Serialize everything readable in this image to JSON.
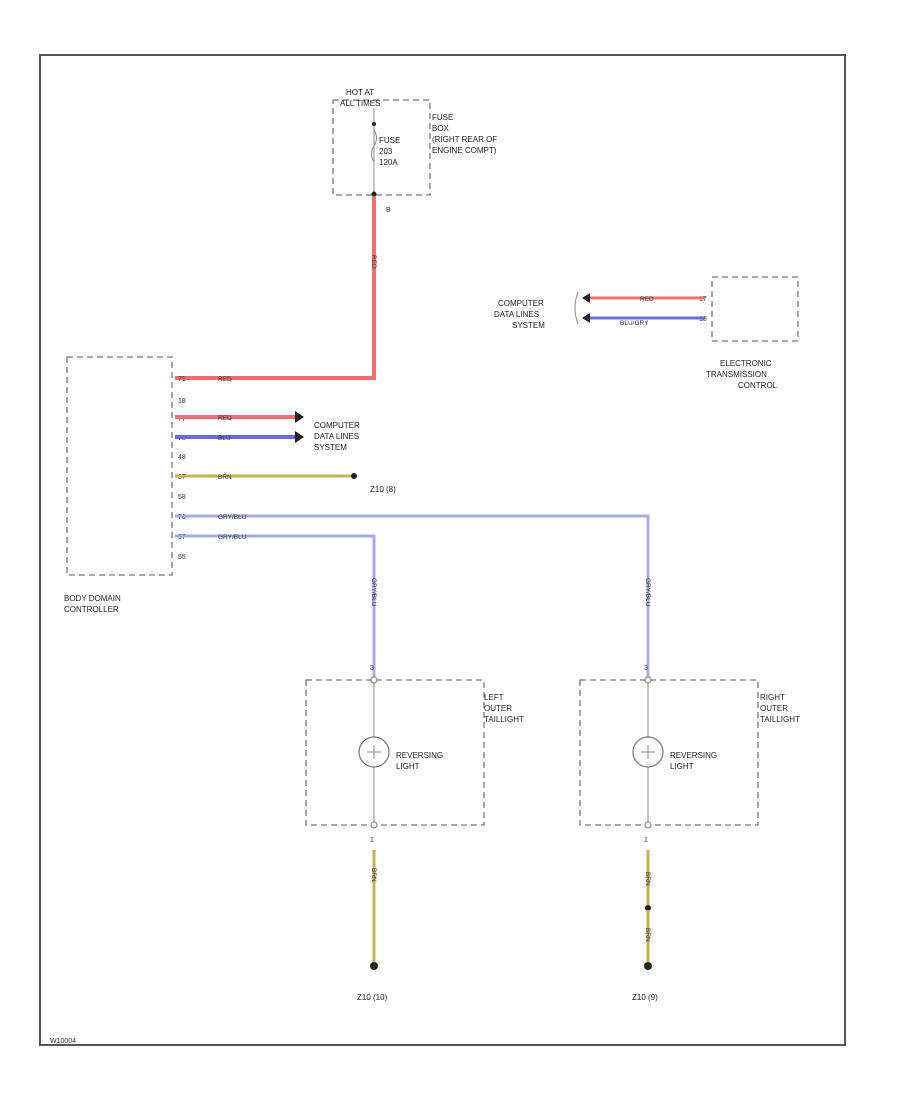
{
  "fuse_box": {
    "hot_line1": "HOT AT",
    "hot_line2": "ALL TIMES",
    "name1": "FUSE",
    "name2": "BOX",
    "location1": "(RIGHT REAR OF",
    "location2": "ENGINE COMPT)",
    "fuse1": "FUSE",
    "fuse2": "203",
    "fuse3": "120A",
    "terminal": "B"
  },
  "wires": {
    "main_red": "RED",
    "bcm_red": "RED",
    "bcm_red2": "RED",
    "bcm_blu": "BLU",
    "bcm_brn": "BRN",
    "bcm_grybl1": "GRY/BLU",
    "bcm_grybl2": "GRY/BLU",
    "left_gry": "GRY/BLU",
    "right_gry": "GRY/BLU",
    "left_brn": "BRN",
    "right_brn": "BRN",
    "right_brn2": "BRN",
    "etc_red": "RED",
    "etc_blu": "BLU/GRY"
  },
  "bcm": {
    "name1": "BODY DOMAIN",
    "name2": "CONTROLLER",
    "pins": [
      "71",
      "18",
      "77",
      "78",
      "48",
      "37",
      "58",
      "73",
      "57",
      "55"
    ]
  },
  "data_lines_bcm": {
    "line1": "COMPUTER",
    "line2": "DATA LINES",
    "line3": "SYSTEM"
  },
  "data_lines_etc": {
    "line1": "COMPUTER",
    "line2": "DATA LINES",
    "line3": "SYSTEM"
  },
  "etc": {
    "name1": "ELECTRONIC",
    "name2": "TRANSMISSION",
    "name3": "CONTROL",
    "pin1": "17",
    "pin2": "18"
  },
  "grounds": {
    "bcm_ground": "Z10 (8)",
    "left_ground": "Z10 (10)",
    "right_ground": "Z10 (9)"
  },
  "left_taillight": {
    "name1": "LEFT",
    "name2": "OUTER",
    "name3": "TAILLIGHT",
    "lamp1": "REVERSING",
    "lamp2": "LIGHT",
    "pin_top": "3",
    "pin_bottom": "1"
  },
  "right_taillight": {
    "name1": "RIGHT",
    "name2": "OUTER",
    "name3": "TAILLIGHT",
    "lamp1": "REVERSING",
    "lamp2": "LIGHT",
    "pin_top": "3",
    "pin_bottom": "1"
  },
  "footer_id": "W10004",
  "colors": {
    "red": "#ef6f6f",
    "blue": "#6b6bdf",
    "brown": "#c9ad4f",
    "grayblue": "#a9a9e9",
    "frame": "#555555"
  }
}
